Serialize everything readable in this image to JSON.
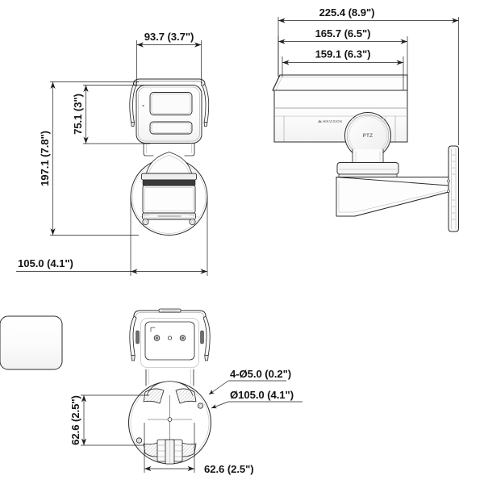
{
  "document": {
    "type": "technical-dimensional-drawing",
    "subject": "PTZ bullet network camera with wall mount bracket",
    "units_note": "millimeters with inches in parentheses",
    "background_color": "#ffffff",
    "line_color": "#2b2b2b",
    "text_color": "#151515"
  },
  "views": {
    "front": {
      "name": "front-view",
      "position": "top-left"
    },
    "side": {
      "name": "side-view",
      "position": "top-right",
      "lens_label": "PTZ",
      "brand_label": "HIKVISION"
    },
    "bottom": {
      "name": "bottom-view",
      "position": "bottom-center"
    }
  },
  "dimensions": {
    "front_width": "93.7 (3.7\")",
    "front_total_height": "197.1 (7.8\")",
    "front_body_height": "75.1 (3\")",
    "front_base_width": "105.0 (4.1\")",
    "side_total_length": "225.4 (8.9\")",
    "side_mid_length": "165.7 (6.5\")",
    "side_body_length": "159.1 (6.3\")",
    "bottom_hole_callout": "4-Ø5.0 (0.2\")",
    "bottom_diameter_callout": "Ø105.0 (4.1\")",
    "bottom_vertical_span": "62.6 (2.5\")",
    "bottom_horizontal_span": "62.6 (2.5\")"
  }
}
